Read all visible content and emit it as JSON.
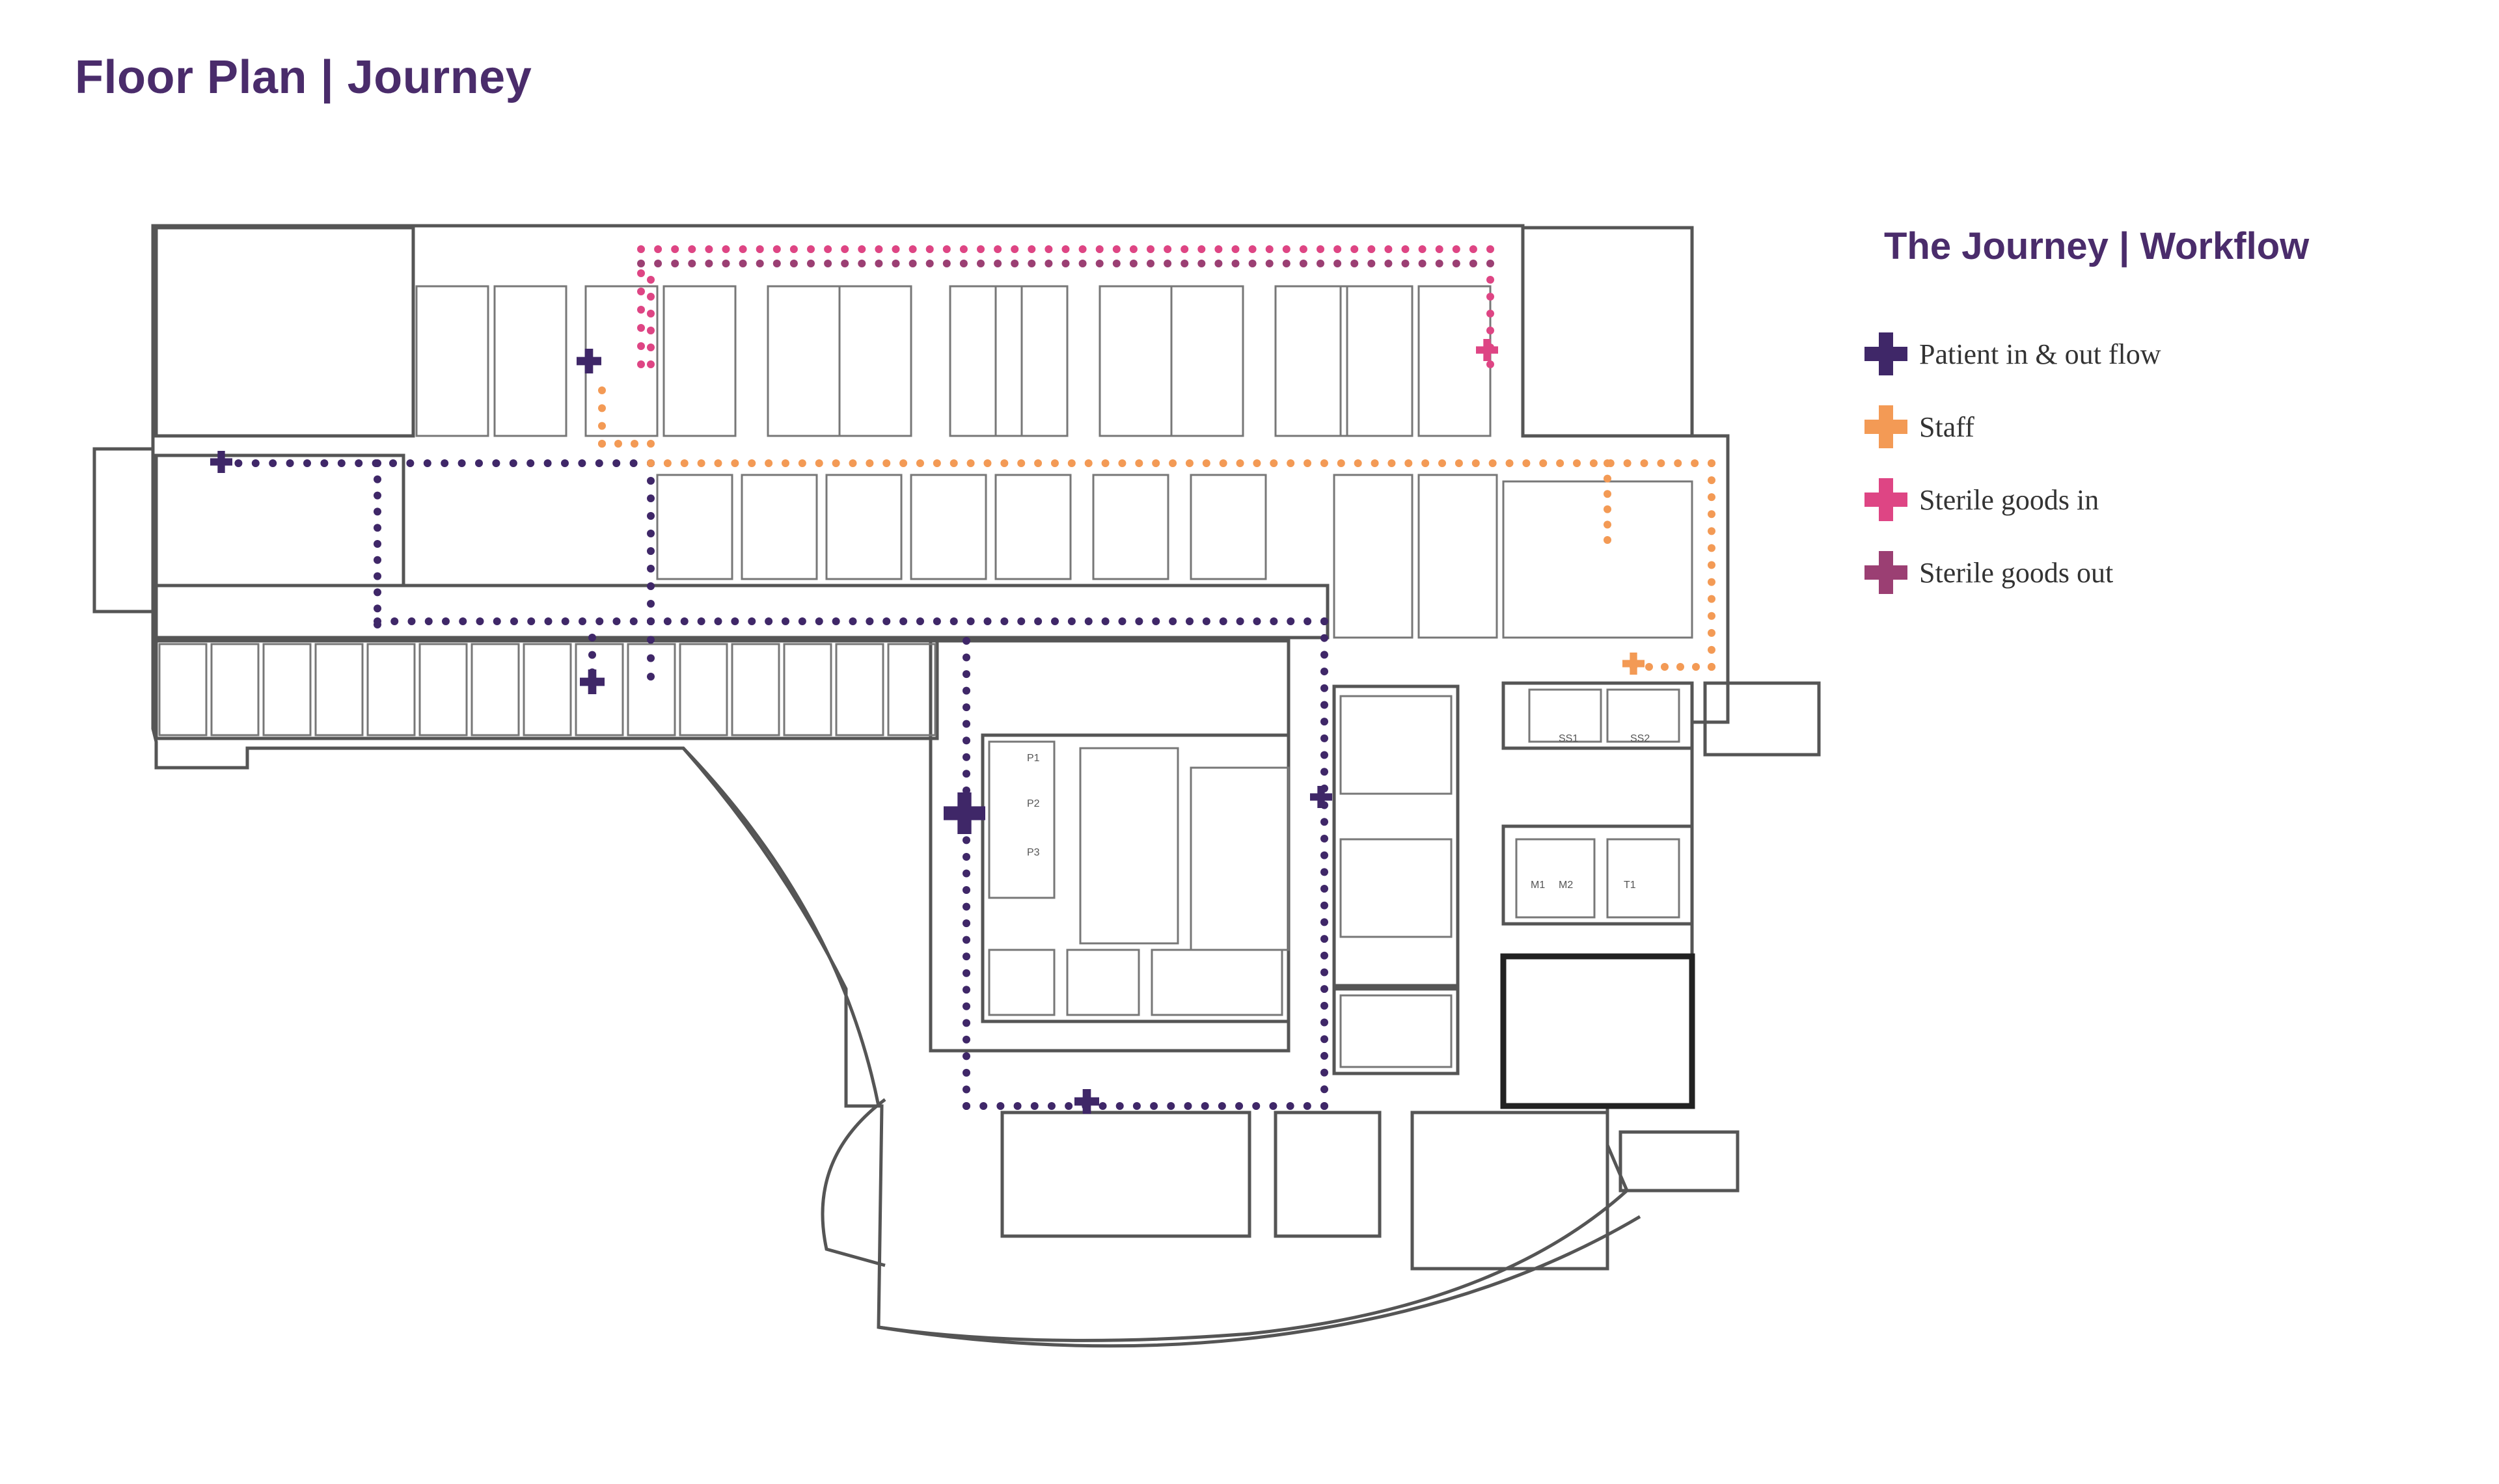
{
  "header": {
    "title": "Floor Plan | Journey"
  },
  "legend": {
    "title": "The Journey | Workflow",
    "items": [
      {
        "key": "patient",
        "label": "Patient in & out flow",
        "color": "#3f2768",
        "icon": "plus-icon"
      },
      {
        "key": "staff",
        "label": "Staff",
        "color": "#f39a55",
        "icon": "plus-icon"
      },
      {
        "key": "sterile_in",
        "label": "Sterile goods in",
        "color": "#de4584",
        "icon": "plus-icon"
      },
      {
        "key": "sterile_out",
        "label": "Sterile goods out",
        "color": "#9b3f73",
        "icon": "plus-icon"
      }
    ]
  },
  "plan": {
    "line_color": "#555555",
    "room_labels": [
      "P1",
      "P2",
      "P3",
      "SS1",
      "SS2",
      "M1",
      "M2",
      "T1"
    ]
  }
}
